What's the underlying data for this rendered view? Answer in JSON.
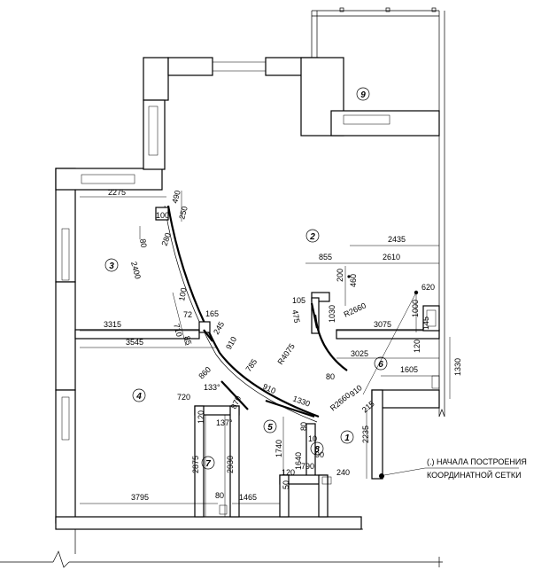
{
  "rooms": [
    "1",
    "2",
    "3",
    "4",
    "5",
    "6",
    "7",
    "8",
    "9"
  ],
  "dimensions": {
    "d2275": "2275",
    "d490": "490",
    "d100a": "100",
    "d250": "250",
    "d80a": "80",
    "d280": "280",
    "d2400": "2400",
    "d100b": "100",
    "d72": "72",
    "d165": "165",
    "d710": "710",
    "d85": "85",
    "d245": "245",
    "d910a": "910",
    "d3315": "3315",
    "d3545": "3545",
    "d860": "860",
    "d785": "785",
    "d4075": "R4075",
    "d720": "720",
    "d133a": "133°",
    "d870": "870",
    "d910b": "910",
    "d137": "137°",
    "d2435": "2435",
    "d855": "855",
    "d2610": "2610",
    "d200": "200",
    "d460": "460",
    "d620": "620",
    "d105": "105",
    "d1000": "1000",
    "d145": "145",
    "d475": "475",
    "d1030": "1030",
    "dR2660a": "R2660",
    "d3075": "3075",
    "d120a": "120",
    "d3025": "3025",
    "d1330a": "1330",
    "d1605": "1605",
    "d80b": "80",
    "d1330b": "1330",
    "dR2660b": "R2660",
    "d910c": "910",
    "d215": "215",
    "d2235": "2235",
    "d120b": "120",
    "d2875": "2875",
    "d2930": "2930",
    "d1740": "1740",
    "d80c": "80",
    "d10": "10",
    "d90": "90",
    "d1640": "1640",
    "d790": "790",
    "d120c": "120",
    "d240": "240",
    "d50": "50",
    "d3795": "3795",
    "d80d": "80",
    "d1465": "1465"
  },
  "note": {
    "line1": "(.) НАЧАЛА ПОСТРОЕНИЯ",
    "line2": "КООРДИНАТНОЙ СЕТКИ"
  }
}
